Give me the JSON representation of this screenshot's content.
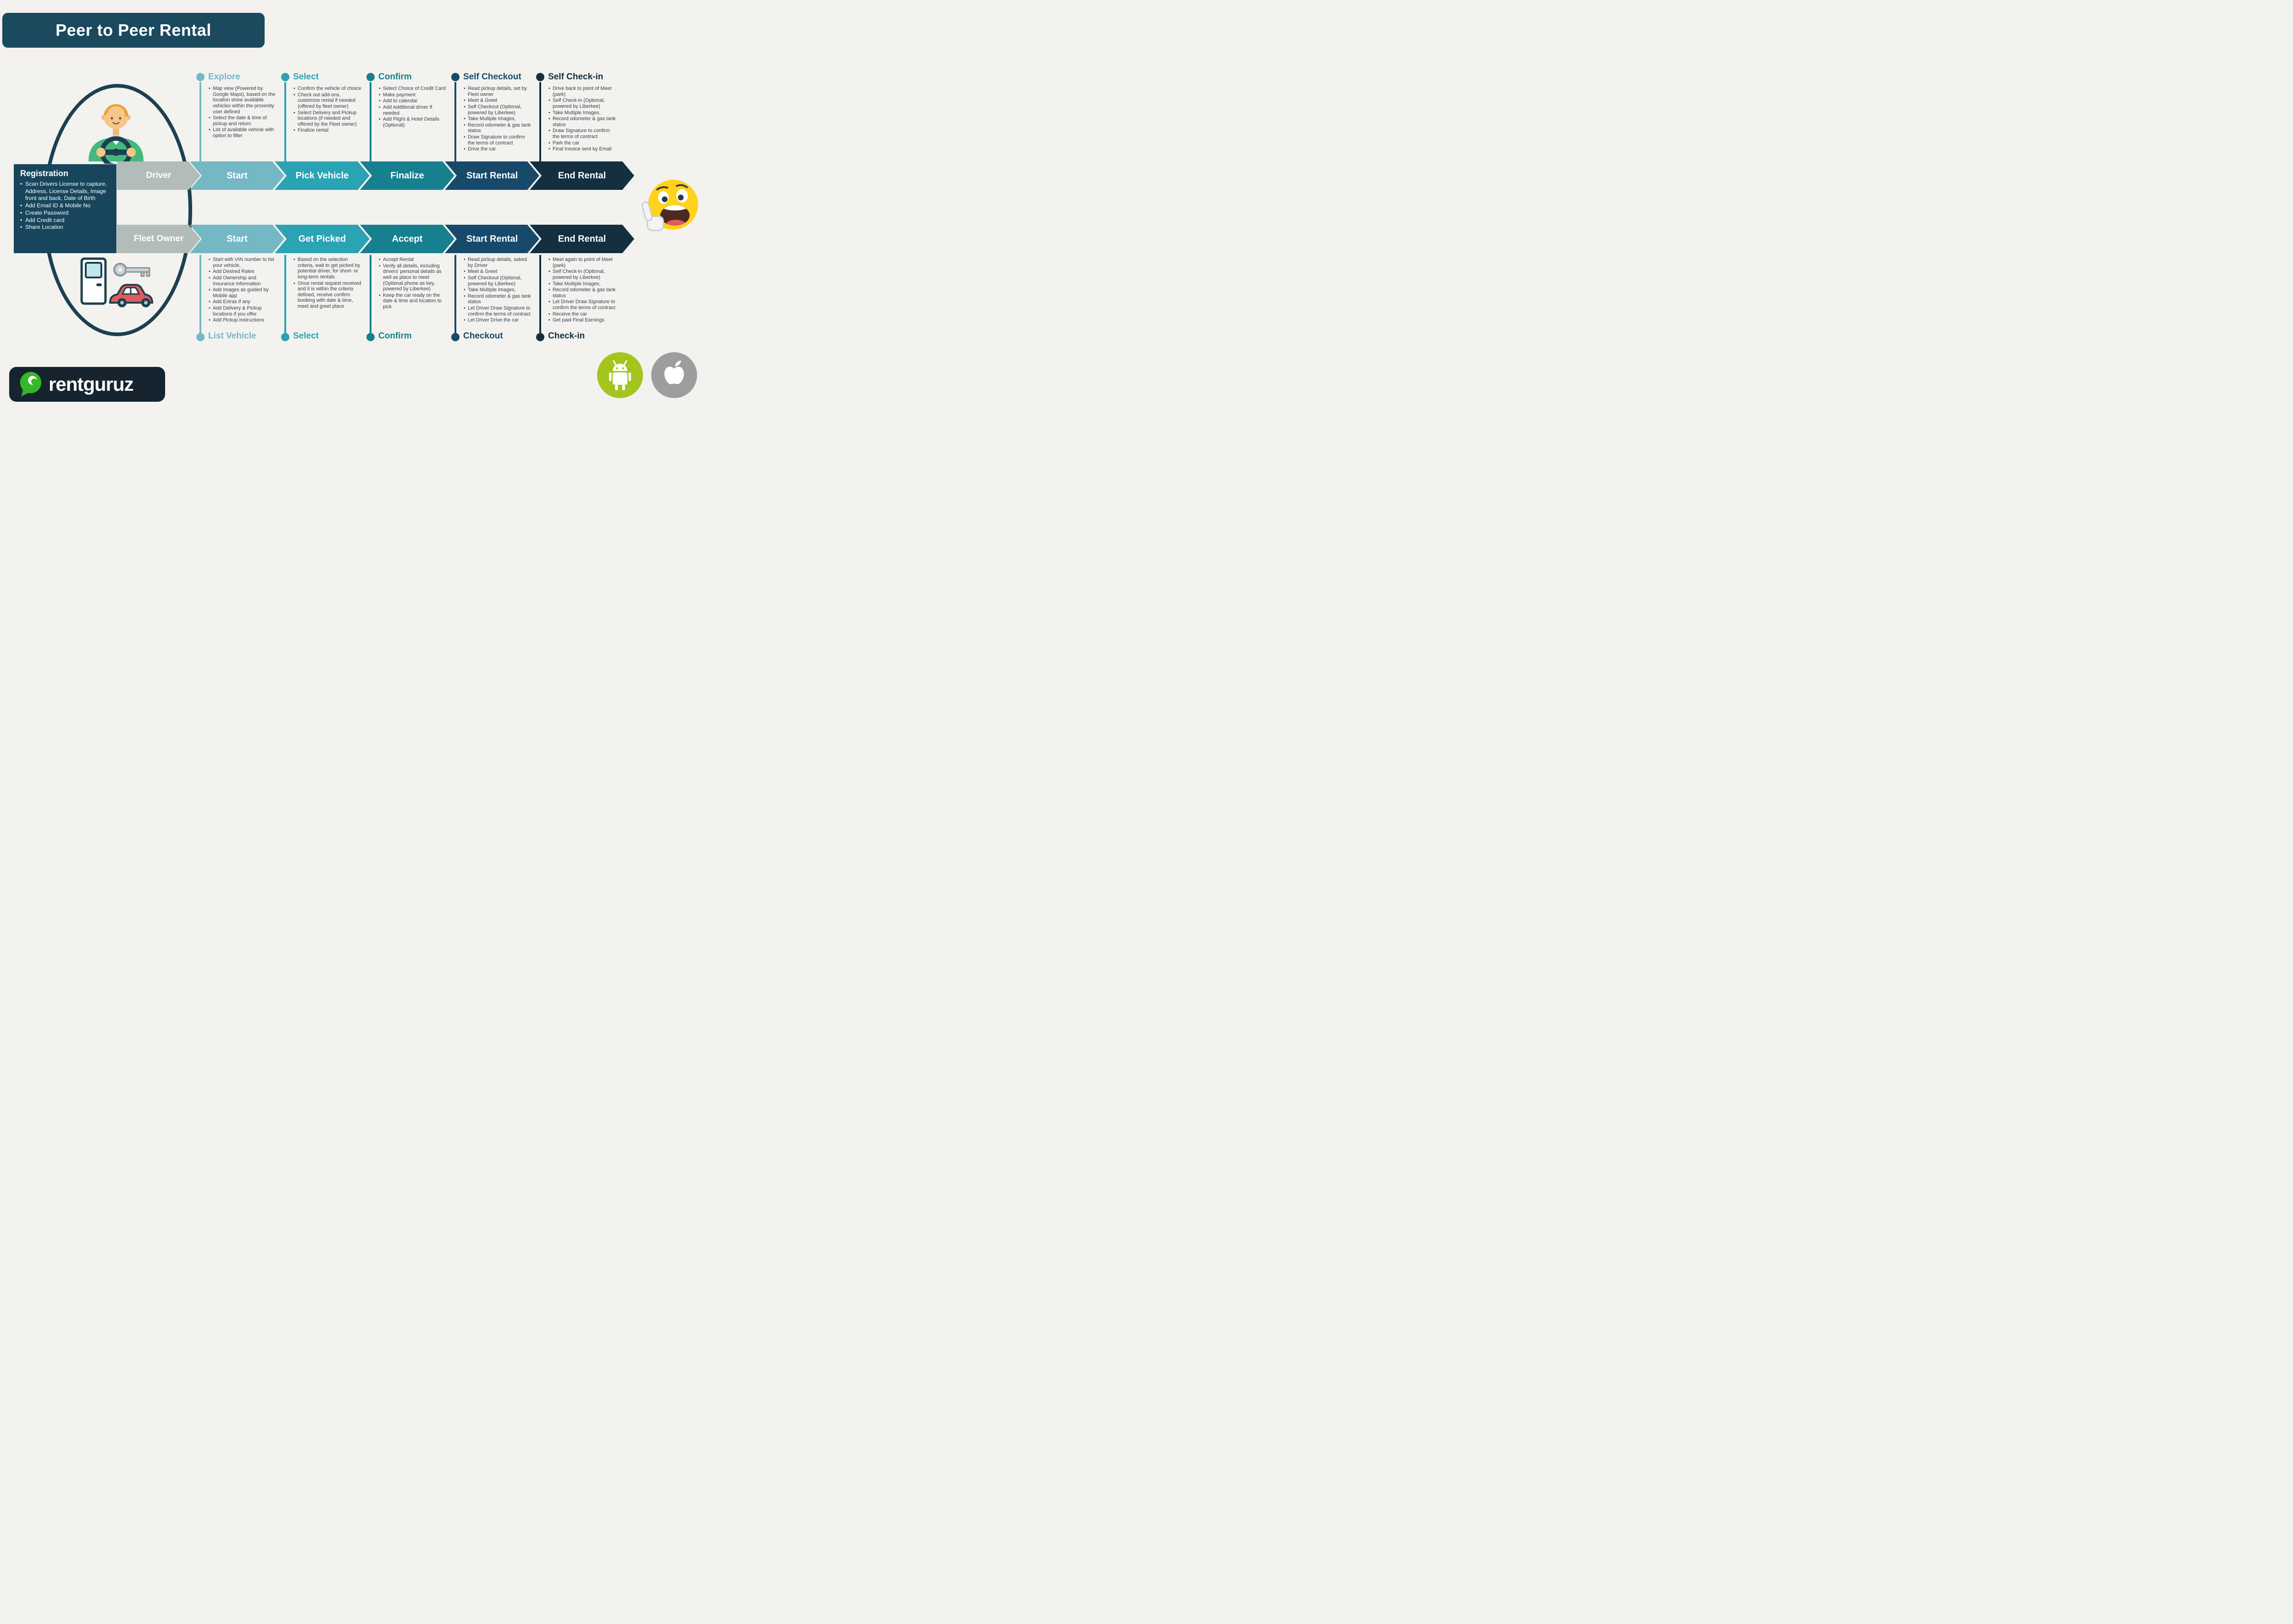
{
  "title": "Peer to Peer Rental",
  "registration": {
    "title": "Registration",
    "items": [
      "Scan Drivers License to capture, Address, License Details, Image front and back, Date of Birth",
      "Add Email ID & Mobile No",
      "Create Password",
      "Add Credit card",
      "Share Location"
    ]
  },
  "driver_flow": {
    "role_label": "Driver",
    "arrows": [
      "Start",
      "Pick Vehicle",
      "Finalize",
      "Start Rental",
      "End Rental"
    ],
    "stages": [
      {
        "label": "Explore",
        "color": "#74b8c6",
        "bullets": [
          "Map view (Powered by Google Maps), based on the location show available vehicles within the proximity user defined",
          "Select the date & time of pickup and return",
          "List of available vehicle with option to filter"
        ]
      },
      {
        "label": "Select",
        "color": "#2aa3b4",
        "bullets": [
          "Confirm the vehicle of choice",
          "Check out add-ons, customize rental if needed (offered by fleet owner)",
          "Select Delivery and Pickup locations (if needed and offered by the Fleet owner)",
          "Finalize rental"
        ]
      },
      {
        "label": "Confirm",
        "color": "#17808f",
        "bullets": [
          "Select Choice of Credit Card",
          "Make payment",
          "Add to calendar",
          "Add Additional driver if needed",
          "Add Flight & Hotel Details (Optional)"
        ]
      },
      {
        "label": "Self Checkout",
        "color": "#17496b",
        "bullets": [
          "Read pickup details, set by Fleet owner",
          "Meet & Greet",
          "Self Checkout (Optional, powered by Liberkee)",
          "Take Multiple Images,",
          "Record odometer & gas tank status",
          "Draw Signature to confirm the terms of contract",
          "Drive the car"
        ]
      },
      {
        "label": "Self Check-in",
        "color": "#132f40",
        "bullets": [
          "Drive back to point of Meet (park)",
          "Self Check-in (Optional, powered by Liberkee)",
          "Take Multiple Images,",
          "Record odometer & gas tank status",
          "Draw Signature to confirm the terms of contract",
          "Park the car",
          "Final Invoice sent by Email"
        ]
      }
    ]
  },
  "fleet_flow": {
    "role_label": "Fleet Owner",
    "arrows": [
      "Start",
      "Get Picked",
      "Accept",
      "Start Rental",
      "End Rental"
    ],
    "stages": [
      {
        "label": "List Vehicle",
        "color": "#74b8c6",
        "bullets": [
          "Start with VIN number to list your vehicle,",
          "Add Desired Rates",
          "Add Ownership and Insurance Information",
          "Add Images as guided by Mobile app",
          "Add Extras if any",
          "Add Delivery & Pickup locations if you offer",
          "Add Pickup instructions"
        ]
      },
      {
        "label": "Select",
        "color": "#2aa3b4",
        "bullets": [
          "Based on the selection criteria, wait to get picked by potential driver, for short- or long-term rentals",
          "Once rental request received and it is within the criteria defined, receive confirm booking with date & time, meet and greet place"
        ]
      },
      {
        "label": "Confirm",
        "color": "#17808f",
        "bullets": [
          "Accept Rental",
          "Verify all details, including drivers' personal details as well as place to meet (Optional phone as key, powered by Liberkee)",
          "Keep the car ready on the date & time and location to pick"
        ]
      },
      {
        "label": "Checkout",
        "color": "#17496b",
        "bullets": [
          "Read pickup details, asked by Driver",
          "Meet & Greet",
          "Self Checkout (Optional, powered by Liberkee)",
          "Take Multiple Images,",
          "Record odometer & gas tank status",
          "Let Driver Draw Signature to confirm the terms of contract",
          "Let Driver Drive the car"
        ]
      },
      {
        "label": "Check-in",
        "color": "#132f40",
        "bullets": [
          "Meet again to point of Meet (park)",
          "Self Check-in (Optional, powered by Liberkee)",
          "Take Multiple Images,",
          "Record odometer & gas tank status",
          "Let Driver Draw Signature to confirm the terms of contract",
          "Receive the car",
          "Get paid Final Earnings"
        ]
      }
    ]
  },
  "logo": {
    "text": "rentguruz"
  },
  "icons": {
    "platforms": [
      "android-icon",
      "apple-icon"
    ],
    "decoration": "thumbs-up-emoji"
  },
  "colors": {
    "background": "#f3f2ef",
    "banner": "#1b4a5f",
    "arrow_gray": "#b2bcb8",
    "stage1": "#74b8c6",
    "stage2": "#2aa3b4",
    "stage3": "#17808f",
    "stage4": "#17496b",
    "stage5": "#132f40",
    "android_green": "#a3c51d",
    "apple_gray": "#9d9d9d",
    "logo_green": "#35b729"
  }
}
